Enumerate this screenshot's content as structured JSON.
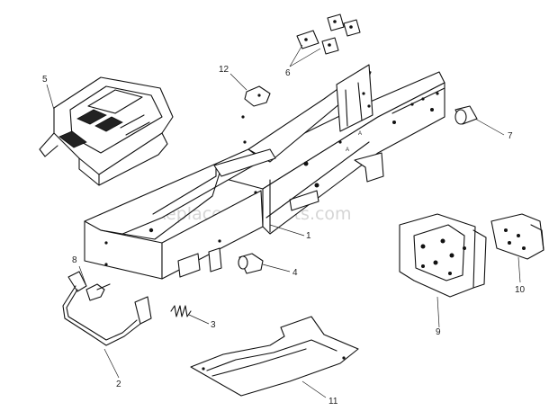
{
  "watermark": "eReplacementParts.com",
  "callouts": {
    "c1": "1",
    "c2": "2",
    "c3": "3",
    "c4": "4",
    "c5": "5",
    "c6": "6",
    "c7": "7",
    "c8": "8",
    "c9": "9",
    "c10": "10",
    "c11": "11",
    "c12": "12"
  }
}
